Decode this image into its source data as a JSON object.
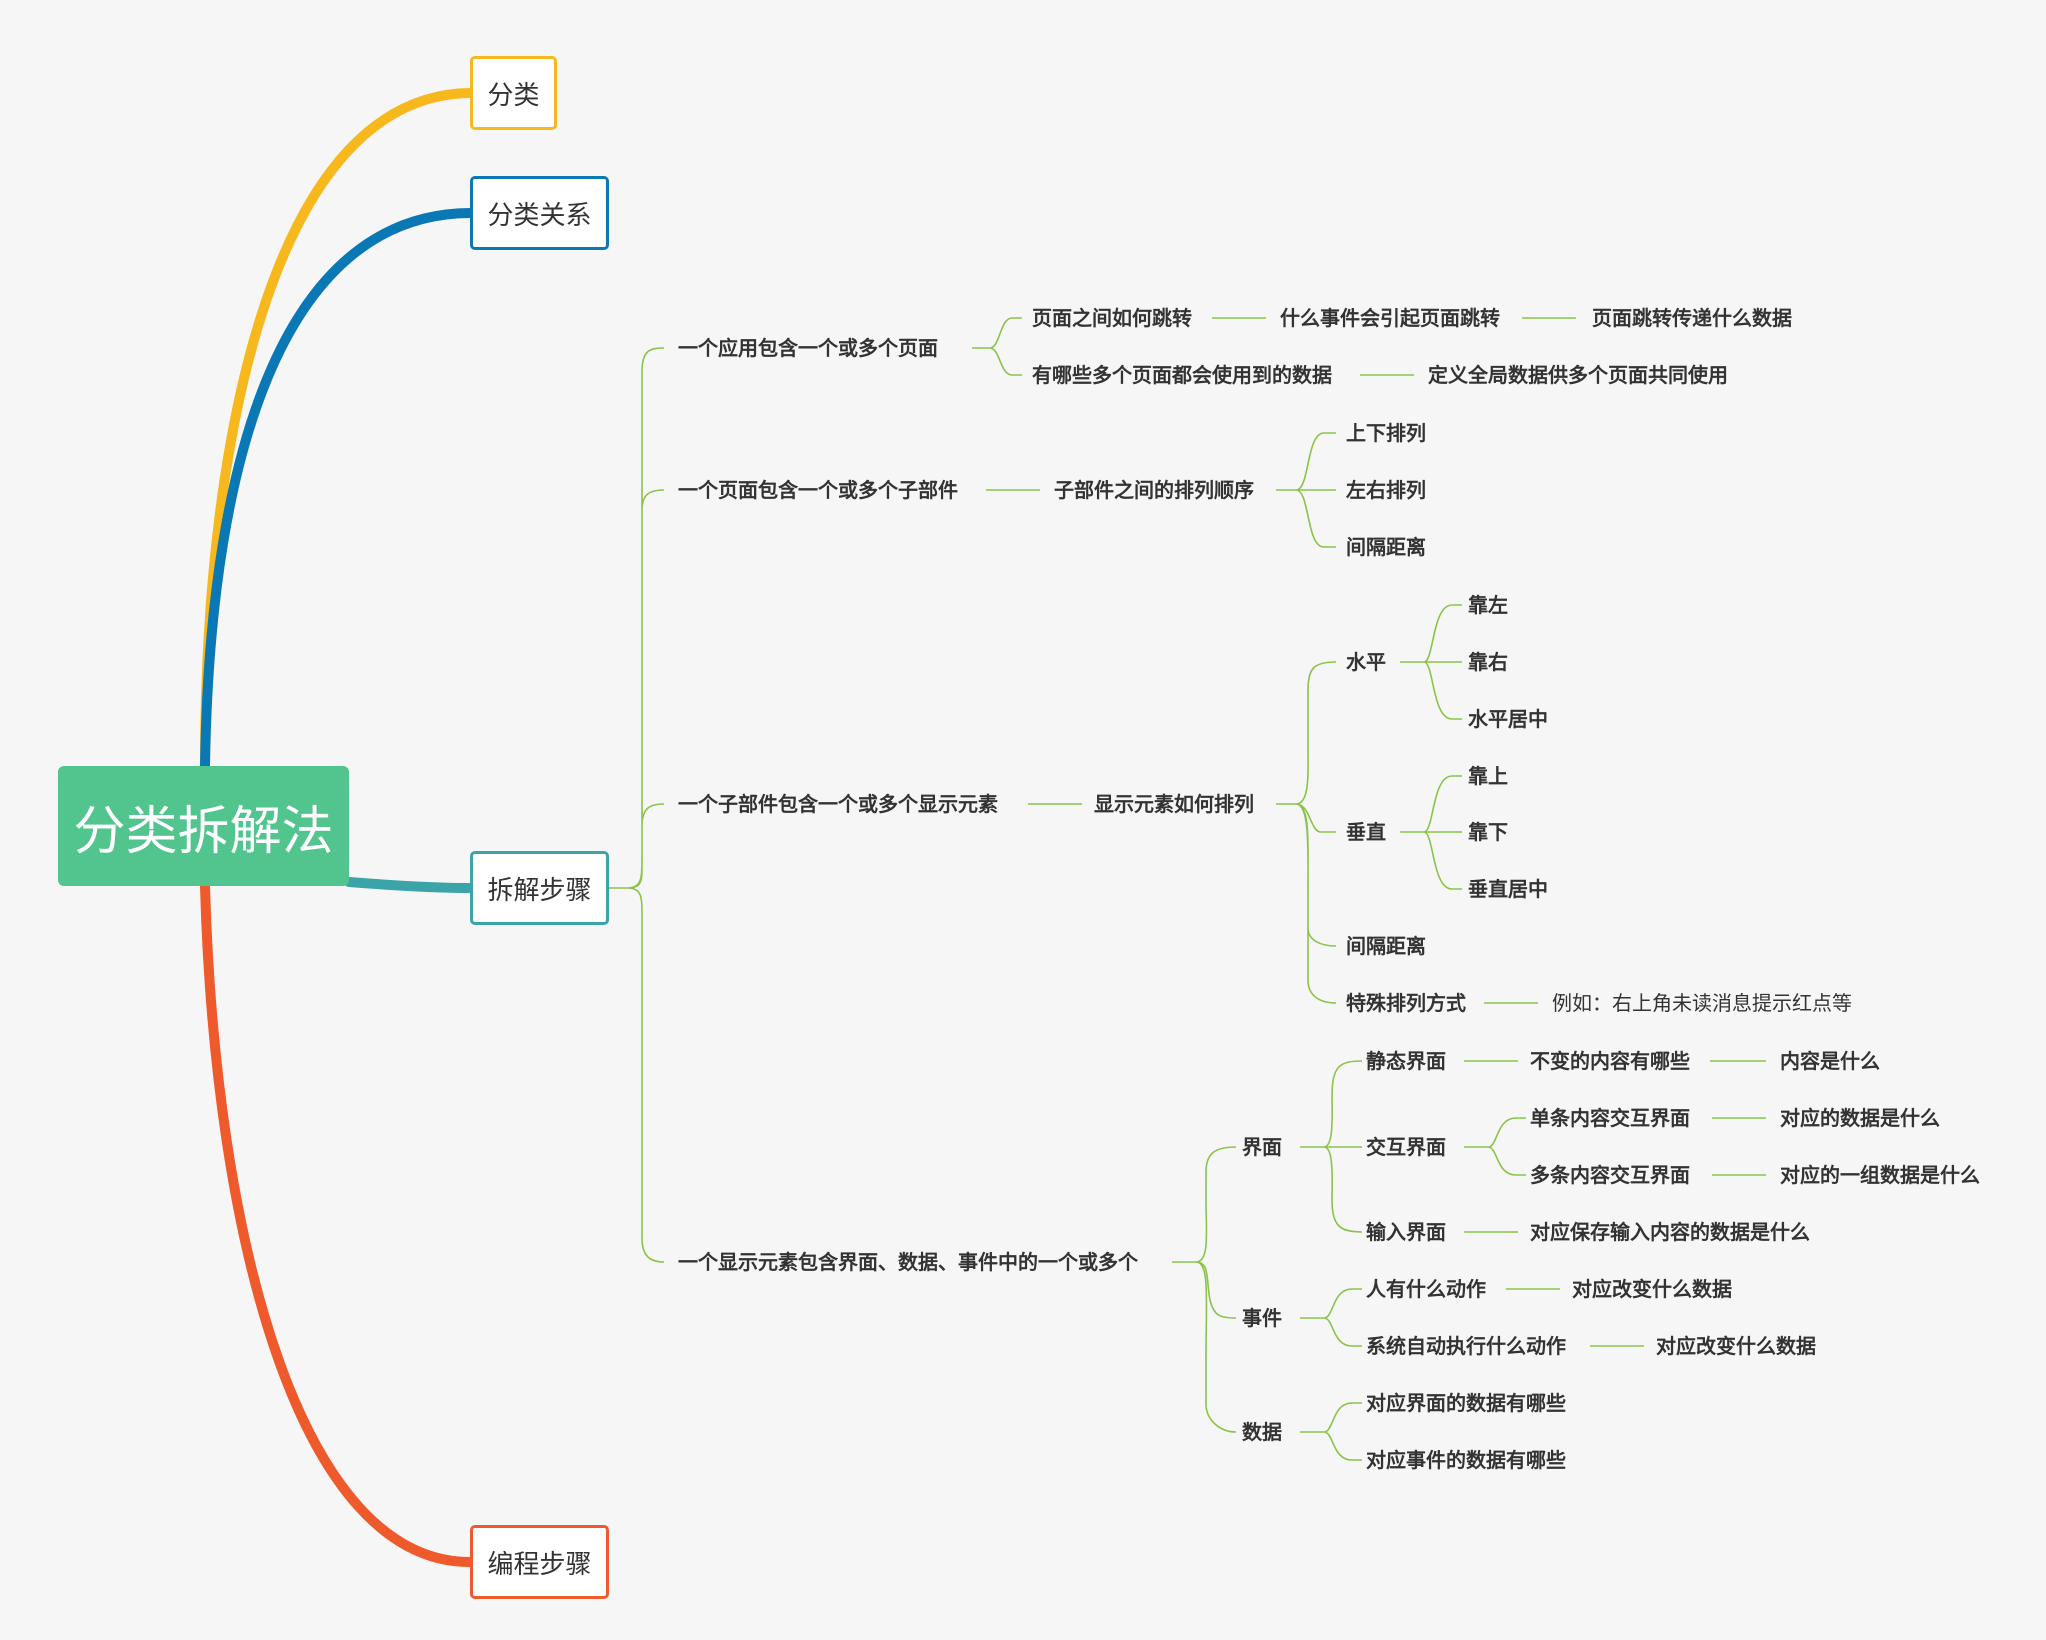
{
  "root": {
    "label": "分类拆解法",
    "color": "#52c48d"
  },
  "branches": [
    {
      "label": "分类",
      "color": "#f6b81c"
    },
    {
      "label": "分类关系",
      "color": "#0a78b4"
    },
    {
      "label": "拆解步骤",
      "color": "#3aa4a8"
    },
    {
      "label": "编程步骤",
      "color": "#ee5a2c"
    }
  ],
  "tree": {
    "connector_color": "#8bc34a",
    "nodes": {
      "a1": "一个应用包含一个或多个页面",
      "a1_1": "页面之间如何跳转",
      "a1_1_1": "什么事件会引起页面跳转",
      "a1_1_1_1": "页面跳转传递什么数据",
      "a1_2": "有哪些多个页面都会使用到的数据",
      "a1_2_1": "定义全局数据供多个页面共同使用",
      "a2": "一个页面包含一个或多个子部件",
      "a2_1": "子部件之间的排列顺序",
      "a2_1_1": "上下排列",
      "a2_1_2": "左右排列",
      "a2_1_3": "间隔距离",
      "a3": "一个子部件包含一个或多个显示元素",
      "a3_1": "显示元素如何排列",
      "a3_1_1": "水平",
      "a3_1_1_1": "靠左",
      "a3_1_1_2": "靠右",
      "a3_1_1_3": "水平居中",
      "a3_1_2": "垂直",
      "a3_1_2_1": "靠上",
      "a3_1_2_2": "靠下",
      "a3_1_2_3": "垂直居中",
      "a3_1_3": "间隔距离",
      "a3_1_4": "特殊排列方式",
      "a3_1_4_1": "例如：右上角未读消息提示红点等",
      "a4": "一个显示元素包含界面、数据、事件中的一个或多个",
      "a4_1": "界面",
      "a4_1_1": "静态界面",
      "a4_1_1_1": "不变的内容有哪些",
      "a4_1_1_1_1": "内容是什么",
      "a4_1_2": "交互界面",
      "a4_1_2_1": "单条内容交互界面",
      "a4_1_2_1_1": "对应的数据是什么",
      "a4_1_2_2": "多条内容交互界面",
      "a4_1_2_2_1": "对应的一组数据是什么",
      "a4_1_3": "输入界面",
      "a4_1_3_1": "对应保存输入内容的数据是什么",
      "a4_2": "事件",
      "a4_2_1": "人有什么动作",
      "a4_2_1_1": "对应改变什么数据",
      "a4_2_2": "系统自动执行什么动作",
      "a4_2_2_1": "对应改变什么数据",
      "a4_3": "数据",
      "a4_3_1": "对应界面的数据有哪些",
      "a4_3_2": "对应事件的数据有哪些"
    }
  }
}
